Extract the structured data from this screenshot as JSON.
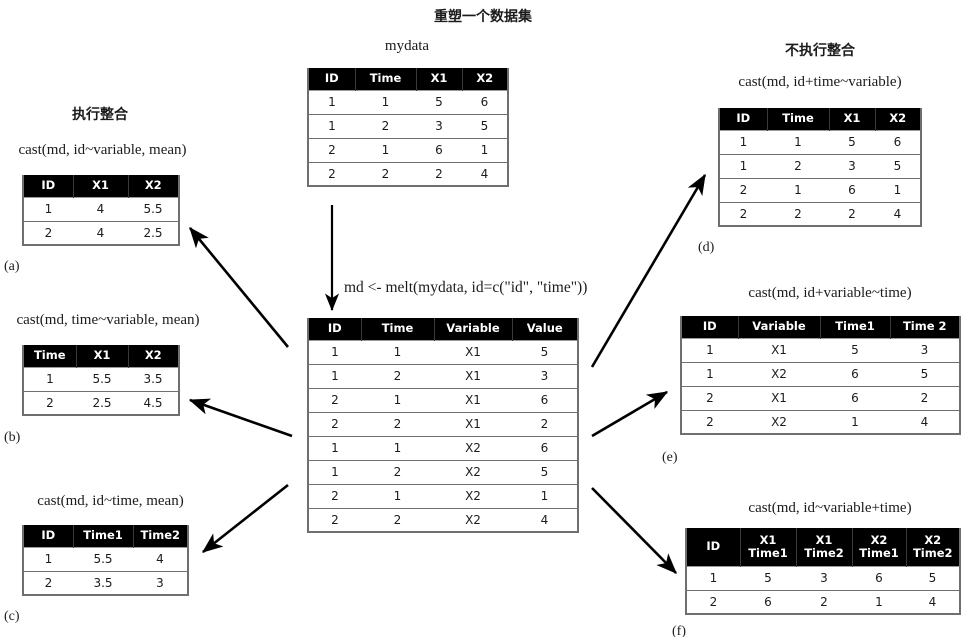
{
  "title": "重塑一个数据集",
  "center": {
    "source_caption": "mydata",
    "melt_expression": "md <- melt(mydata, id=c(\"id\", \"time\"))",
    "source_table": {
      "headers": [
        "ID",
        "Time",
        "X1",
        "X2"
      ],
      "rows": [
        [
          "1",
          "1",
          "5",
          "6"
        ],
        [
          "1",
          "2",
          "3",
          "5"
        ],
        [
          "2",
          "1",
          "6",
          "1"
        ],
        [
          "2",
          "2",
          "2",
          "4"
        ]
      ]
    },
    "molten_table": {
      "headers": [
        "ID",
        "Time",
        "Variable",
        "Value"
      ],
      "rows": [
        [
          "1",
          "1",
          "X1",
          "5"
        ],
        [
          "1",
          "2",
          "X1",
          "3"
        ],
        [
          "2",
          "1",
          "X1",
          "6"
        ],
        [
          "2",
          "2",
          "X1",
          "2"
        ],
        [
          "1",
          "1",
          "X2",
          "6"
        ],
        [
          "1",
          "2",
          "X2",
          "5"
        ],
        [
          "2",
          "1",
          "X2",
          "1"
        ],
        [
          "2",
          "2",
          "X2",
          "4"
        ]
      ]
    }
  },
  "left": {
    "group_heading": "执行整合",
    "panels": [
      {
        "label": "(a)",
        "caption": "cast(md, id~variable, mean)",
        "headers": [
          "ID",
          "X1",
          "X2"
        ],
        "rows": [
          [
            "1",
            "4",
            "5.5"
          ],
          [
            "2",
            "4",
            "2.5"
          ]
        ]
      },
      {
        "label": "(b)",
        "caption": "cast(md, time~variable, mean)",
        "headers": [
          "Time",
          "X1",
          "X2"
        ],
        "rows": [
          [
            "1",
            "5.5",
            "3.5"
          ],
          [
            "2",
            "2.5",
            "4.5"
          ]
        ]
      },
      {
        "label": "(c)",
        "caption": "cast(md, id~time, mean)",
        "headers": [
          "ID",
          "Time1",
          "Time2"
        ],
        "rows": [
          [
            "1",
            "5.5",
            "4"
          ],
          [
            "2",
            "3.5",
            "3"
          ]
        ]
      }
    ]
  },
  "right": {
    "group_heading": "不执行整合",
    "panels": [
      {
        "label": "(d)",
        "caption": "cast(md, id+time~variable)",
        "headers": [
          "ID",
          "Time",
          "X1",
          "X2"
        ],
        "rows": [
          [
            "1",
            "1",
            "5",
            "6"
          ],
          [
            "1",
            "2",
            "3",
            "5"
          ],
          [
            "2",
            "1",
            "6",
            "1"
          ],
          [
            "2",
            "2",
            "2",
            "4"
          ]
        ]
      },
      {
        "label": "(e)",
        "caption": "cast(md, id+variable~time)",
        "headers": [
          "ID",
          "Variable",
          "Time1",
          "Time 2"
        ],
        "rows": [
          [
            "1",
            "X1",
            "5",
            "3"
          ],
          [
            "1",
            "X2",
            "6",
            "5"
          ],
          [
            "2",
            "X1",
            "6",
            "2"
          ],
          [
            "2",
            "X2",
            "1",
            "4"
          ]
        ]
      },
      {
        "label": "(f)",
        "caption": "cast(md, id~variable+time)",
        "headers_multiline": [
          [
            "ID",
            ""
          ],
          [
            "X1",
            "Time1"
          ],
          [
            "X1",
            "Time2"
          ],
          [
            "X2",
            "Time1"
          ],
          [
            "X2",
            "Time2"
          ]
        ],
        "rows": [
          [
            "1",
            "5",
            "3",
            "6",
            "5"
          ],
          [
            "2",
            "6",
            "2",
            "1",
            "4"
          ]
        ]
      }
    ]
  },
  "colors": {
    "header_bg": "#000000",
    "header_fg": "#ffffff",
    "grid": "#6f6f6f",
    "text": "#1b1b1b",
    "background": "#ffffff",
    "arrow": "#000000"
  }
}
